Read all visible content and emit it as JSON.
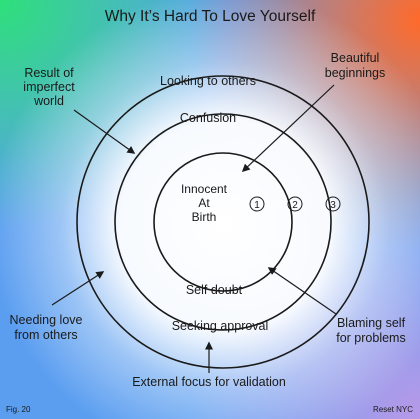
{
  "title": "Why It’s Hard To Love Yourself",
  "rings": {
    "outer_label": "Seeking approval",
    "outer_top_label": "Looking to others",
    "middle_top_label": "Confusion",
    "middle_bottom_label": "Self doubt",
    "center_lines": [
      "Innocent",
      "At",
      "Birth"
    ]
  },
  "markers": [
    "1",
    "2",
    "3"
  ],
  "callouts": {
    "result": [
      "Result of",
      "imperfect",
      "world"
    ],
    "beautiful": [
      "Beautiful",
      "beginnings"
    ],
    "needing": [
      "Needing love",
      "from others"
    ],
    "blaming": [
      "Blaming self",
      "for problems"
    ],
    "external": "External focus for validation"
  },
  "footer": {
    "left": "Fig. 20",
    "right": "Reset NYC"
  },
  "colors": {
    "ink": "#1a1a1a",
    "gradient_green": "#2ee07a",
    "gradient_blue": "#5b9ef0",
    "gradient_orange": "#ff6a2a",
    "gradient_violet": "#b89ae8"
  }
}
